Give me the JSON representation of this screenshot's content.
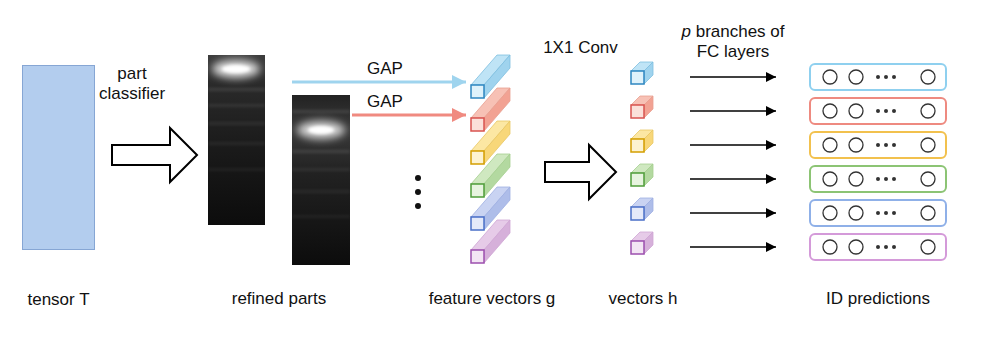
{
  "diagram": {
    "nodes": [
      {
        "text": [
          "tensor T"
        ]
      },
      {
        "text": [
          "refined parts"
        ]
      },
      {
        "text": [
          "feature vectors g"
        ]
      },
      {
        "text": [
          "vectors h"
        ]
      },
      {
        "text": [
          "ID predictions"
        ]
      }
    ],
    "edges": [
      {
        "from": 0,
        "to": 1,
        "arrow": "to",
        "label": "part classifier"
      },
      {
        "from": 1,
        "to": 2,
        "arrow": "to",
        "label": "GAP"
      },
      {
        "from": 1,
        "to": 2,
        "arrow": "to",
        "label": "GAP"
      },
      {
        "from": 2,
        "to": 3,
        "arrow": "to",
        "label": "1X1 Conv"
      },
      {
        "from": 3,
        "to": 4,
        "arrow": "to",
        "label": "p branches of FC layers"
      }
    ]
  }
}
